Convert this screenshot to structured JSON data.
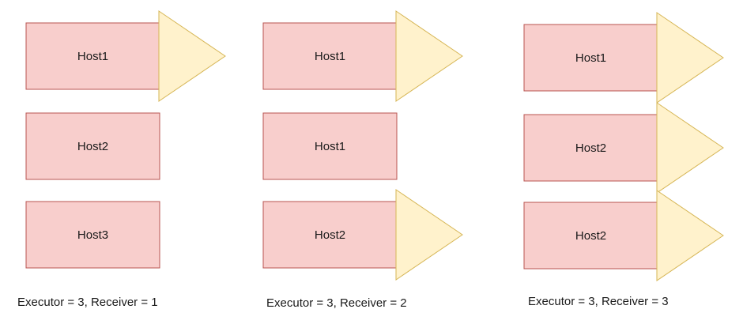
{
  "panels": [
    {
      "caption": "Executor = 3, Receiver = 1",
      "hosts": [
        {
          "label": "Host1",
          "receiver": true
        },
        {
          "label": "Host2",
          "receiver": false
        },
        {
          "label": "Host3",
          "receiver": false
        }
      ]
    },
    {
      "caption": "Executor = 3, Receiver = 2",
      "hosts": [
        {
          "label": "Host1",
          "receiver": true
        },
        {
          "label": "Host1",
          "receiver": false
        },
        {
          "label": "Host2",
          "receiver": true
        }
      ]
    },
    {
      "caption": "Executor = 3, Receiver = 3",
      "hosts": [
        {
          "label": "Host1",
          "receiver": true
        },
        {
          "label": "Host2",
          "receiver": true
        },
        {
          "label": "Host2",
          "receiver": true
        }
      ]
    }
  ],
  "colors": {
    "host_fill": "#f8cecc",
    "host_stroke": "#b85450",
    "receiver_fill": "#fff2cc",
    "receiver_stroke": "#d6b656"
  }
}
